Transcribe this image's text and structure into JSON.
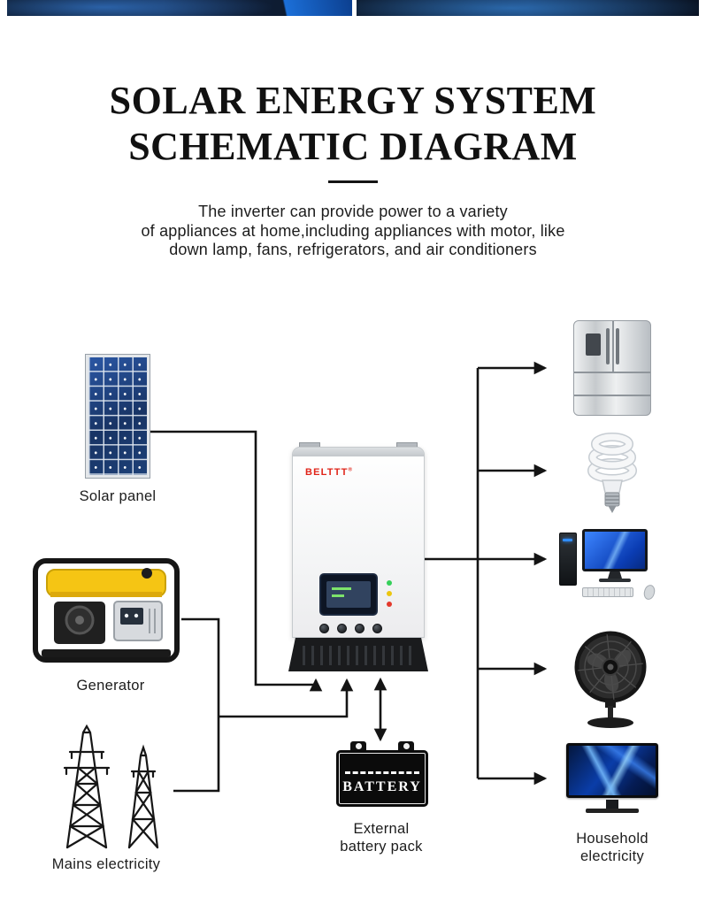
{
  "header": {
    "title_line1": "SOLAR ENERGY SYSTEM",
    "title_line2": "SCHEMATIC DIAGRAM",
    "description_lines": [
      "The inverter can provide power to a variety",
      "of appliances at home,including appliances with motor, like",
      "down lamp, fans, refrigerators, and air conditioners"
    ]
  },
  "diagram": {
    "inverter": {
      "brand": "BELTTT",
      "brand_mark": "®"
    },
    "sources": {
      "solar": {
        "label": "Solar panel"
      },
      "generator": {
        "label": "Generator"
      },
      "mains": {
        "label": "Mains electricity"
      }
    },
    "battery": {
      "panel_text": "BATTERY",
      "label_line1": "External",
      "label_line2": "battery pack"
    },
    "household": {
      "label_line1": "Household",
      "label_line2": "electricity"
    }
  },
  "colors": {
    "accent_red": "#e02419",
    "panel_blue": "#1d4077",
    "line_black": "#141414"
  }
}
